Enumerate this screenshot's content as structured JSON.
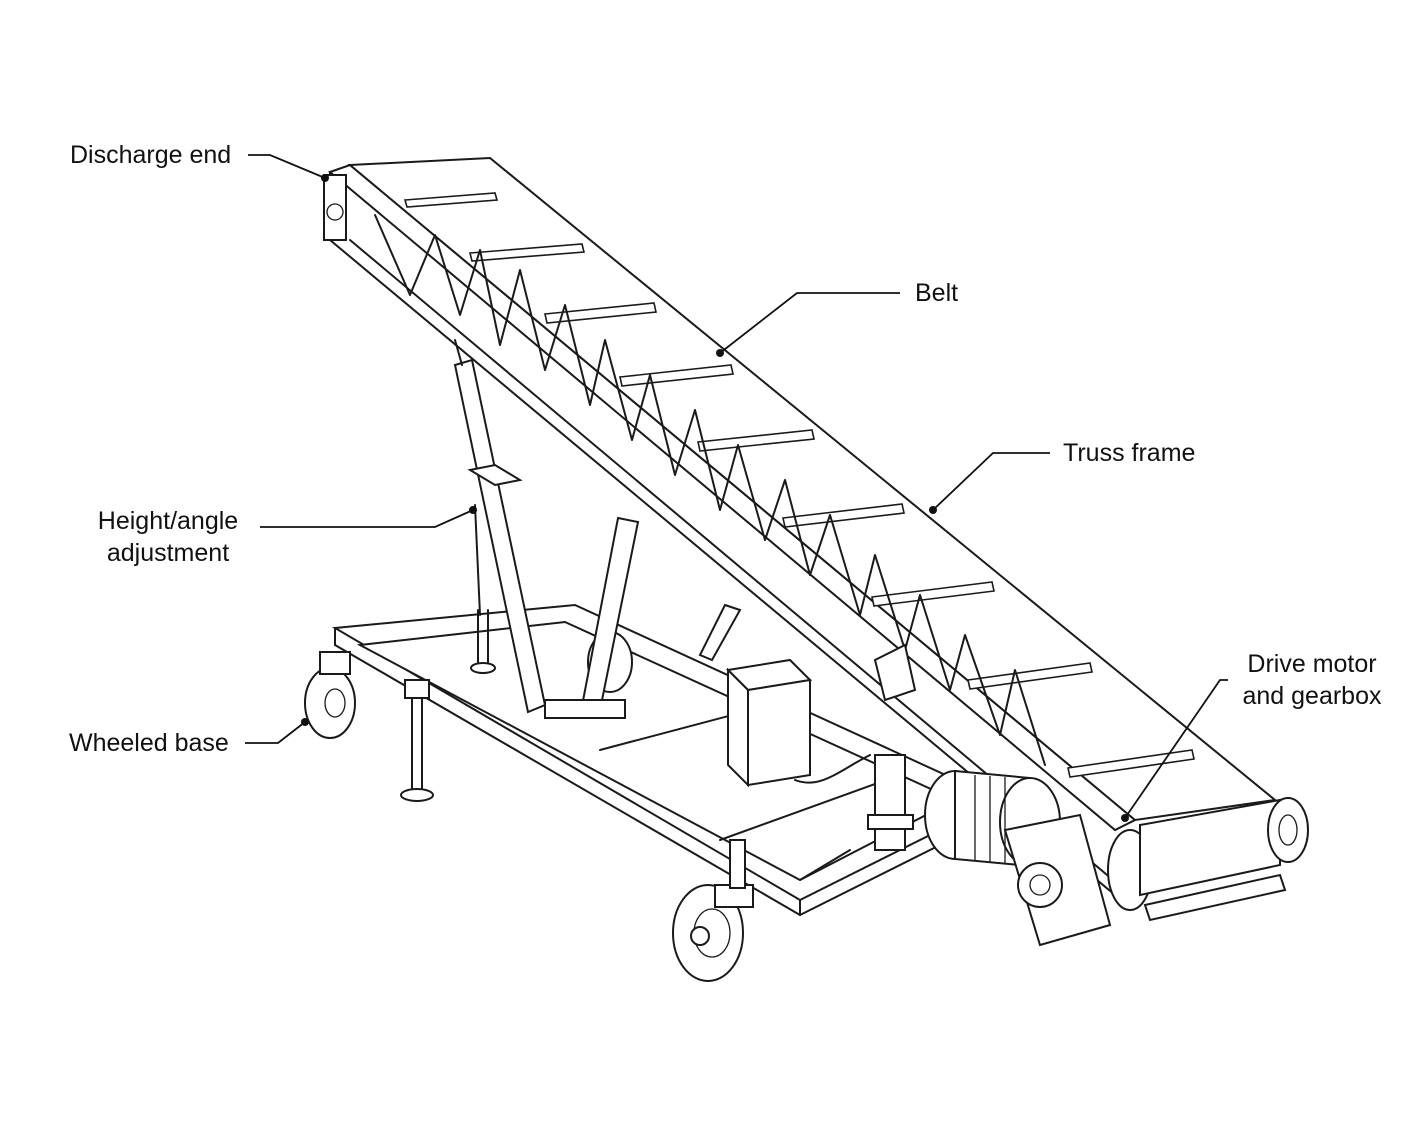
{
  "labels": {
    "discharge_end": "Discharge end",
    "belt": "Belt",
    "truss_frame": "Truss frame",
    "height_angle_line1": "Height/angle",
    "height_angle_line2": "adjustment",
    "drive_motor_line1": "Drive motor",
    "drive_motor_line2": "and gearbox",
    "wheeled_base": "Wheeled base"
  },
  "colors": {
    "line": "#1a1a1a",
    "background": "#ffffff"
  }
}
